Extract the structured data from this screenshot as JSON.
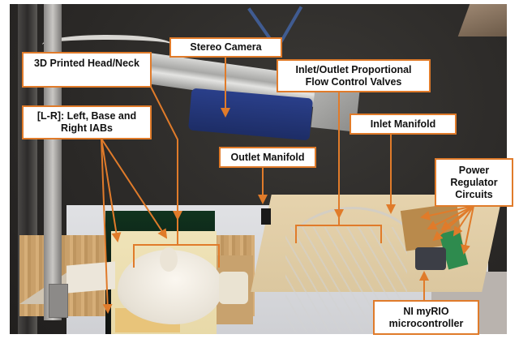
{
  "figure": {
    "type": "annotated-photograph",
    "subject": "Experimental setup: head/neck phantom with inflatable air bladders, stereo camera and pneumatic control hardware",
    "accent_color": "#e07b2a",
    "label_background": "#ffffff",
    "label_text_color": "#111111"
  },
  "labels": {
    "head_neck": {
      "lines": [
        "3D Printed Head/Neck"
      ]
    },
    "iabs": {
      "lines": [
        "[L-R]: Left, Base and",
        "Right IABs"
      ]
    },
    "stereo_camera": {
      "lines": [
        "Stereo Camera"
      ]
    },
    "valves": {
      "lines": [
        "Inlet/Outlet Proportional",
        "Flow Control Valves"
      ]
    },
    "inlet_manifold": {
      "lines": [
        "Inlet Manifold"
      ]
    },
    "outlet_manifold": {
      "lines": [
        "Outlet Manifold"
      ]
    },
    "power_regulator": {
      "lines": [
        "Power",
        "Regulator",
        "Circuits"
      ]
    },
    "myrio": {
      "lines": [
        "NI myRIO",
        "microcontroller"
      ]
    }
  }
}
